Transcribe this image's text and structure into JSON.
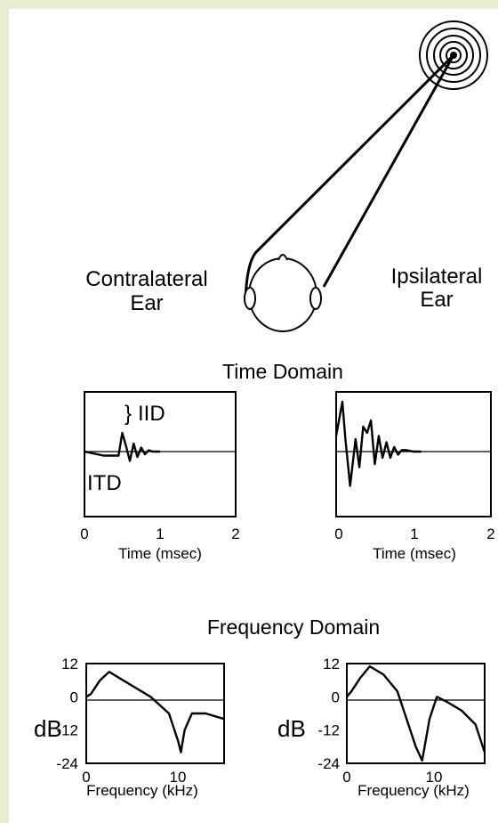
{
  "figure": {
    "contralateral_label_line1": "Contralateral",
    "contralateral_label_line2": "Ear",
    "ipsilateral_label_line1": "Ipsilateral",
    "ipsilateral_label_line2": "Ear",
    "time_domain_title": "Time Domain",
    "frequency_domain_title": "Frequency Domain",
    "iid_label": "IID",
    "itd_label": "ITD",
    "db_label_main": "dB",
    "db_label_sub": "-12"
  },
  "chart_data": [
    {
      "type": "line",
      "x": [
        0,
        0.25,
        0.45,
        0.5,
        0.55,
        0.6,
        0.65,
        0.7,
        0.75,
        0.8,
        0.85,
        0.9,
        1.0
      ],
      "series": [
        {
          "values": [
            0,
            -0.15,
            -0.15,
            0.7,
            0.2,
            -0.35,
            0.3,
            -0.2,
            0.15,
            -0.1,
            0.05,
            0,
            0
          ]
        }
      ],
      "xticks": [
        "0",
        "1",
        "2"
      ],
      "xlabel": "Time (msec)",
      "xlim": [
        0,
        2
      ]
    },
    {
      "type": "line",
      "x": [
        0,
        0.08,
        0.12,
        0.18,
        0.25,
        0.3,
        0.35,
        0.4,
        0.45,
        0.5,
        0.55,
        0.6,
        0.65,
        0.7,
        0.75,
        0.8,
        0.85,
        0.9,
        1.0,
        1.1
      ],
      "series": [
        {
          "values": [
            0.5,
            1.6,
            0.4,
            -1.1,
            0.4,
            -0.5,
            0.8,
            0.6,
            1.0,
            -0.4,
            0.5,
            -0.2,
            0.3,
            -0.2,
            0.15,
            -0.1,
            0.05,
            0.05,
            0,
            0
          ]
        }
      ],
      "xticks": [
        "0",
        "1",
        "2"
      ],
      "xlabel": "Time (msec)",
      "xlim": [
        0,
        2
      ]
    },
    {
      "type": "line",
      "x": [
        0,
        0.5,
        1.5,
        2.5,
        4,
        5.5,
        7,
        9,
        10,
        10.3,
        10.7,
        11.5,
        13,
        15
      ],
      "series": [
        {
          "values": [
            0,
            1,
            6,
            9,
            6,
            3,
            0,
            -6,
            -16,
            -20,
            -12,
            -6,
            -6,
            -8
          ]
        }
      ],
      "yticks": [
        "12",
        "0",
        "-12",
        "-24"
      ],
      "xticks": [
        "0",
        "10"
      ],
      "xlabel": "Frequency (kHz)",
      "ylabel": "dB",
      "ylim": [
        -24,
        12
      ],
      "xlim": [
        0,
        15
      ]
    },
    {
      "type": "line",
      "x": [
        0,
        0.5,
        1.5,
        2.5,
        4,
        5.5,
        6.5,
        7.5,
        8.2,
        9,
        9.8,
        11,
        12.5,
        14,
        15
      ],
      "series": [
        {
          "values": [
            0,
            2,
            7,
            11,
            8,
            2,
            -8,
            -18,
            -23,
            -8,
            0,
            -2,
            -5,
            -10,
            -20
          ]
        }
      ],
      "yticks": [
        "12",
        "0",
        "-12",
        "-24"
      ],
      "xticks": [
        "0",
        "10"
      ],
      "xlabel": "Frequency (kHz)",
      "ylabel": "dB",
      "ylim": [
        -24,
        12
      ],
      "xlim": [
        0,
        15
      ]
    }
  ]
}
